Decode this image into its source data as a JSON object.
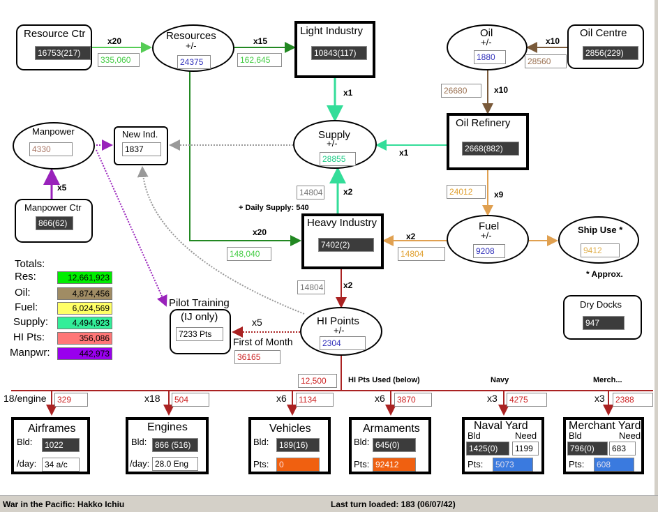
{
  "resource_ctr": {
    "title": "Resource Ctr",
    "value": "16753(217)",
    "mult": "x20",
    "flow": "335,060"
  },
  "resources": {
    "title": "Resources",
    "sub": "+/-",
    "value": "24375",
    "mult": "x15",
    "flow": "162,645"
  },
  "light_industry": {
    "title": "Light Industry",
    "value": "10843(117)",
    "mult": "x1"
  },
  "oil": {
    "title": "Oil",
    "sub": "+/-",
    "value": "1880"
  },
  "oil_centre": {
    "title": "Oil Centre",
    "value": "2856(229)",
    "mult": "x10",
    "flow": "28560"
  },
  "oil_to_refinery": {
    "flow": "26680",
    "mult": "x10"
  },
  "manpower": {
    "title": "Manpower",
    "value": "4330",
    "mult": "x5"
  },
  "new_ind": {
    "title": "New Ind.",
    "value": "1837"
  },
  "supply": {
    "title": "Supply",
    "sub": "+/-",
    "value": "28855",
    "mult_refinery": "x1",
    "mult_heavy": "x2",
    "flow_heavy": "14804"
  },
  "oil_refinery": {
    "title": "Oil Refinery",
    "value": "2668(882)",
    "mult": "x9",
    "flow": "24012"
  },
  "manpower_ctr": {
    "title": "Manpower Ctr",
    "value": "866(62)"
  },
  "daily_supply": "+ Daily Supply: 540",
  "resources_to_heavy": {
    "mult": "x20",
    "flow": "148,040"
  },
  "heavy_industry": {
    "title": "Heavy Industry",
    "value": "7402(2)",
    "mult_fuel": "x2",
    "flow_fuel": "14804",
    "mult_hi": "x2",
    "flow_hi": "14804"
  },
  "fuel": {
    "title": "Fuel",
    "sub": "+/-",
    "value": "9208"
  },
  "ship_use": {
    "title": "Ship Use *",
    "value": "9412",
    "note": "* Approx."
  },
  "dry_docks": {
    "title": "Dry Docks",
    "value": "947"
  },
  "totals": {
    "heading": "Totals:",
    "rows": [
      {
        "label": "Res:",
        "value": "12,661,923",
        "color": "#00ee00"
      },
      {
        "label": "Oil:",
        "value": "4,874,456",
        "color": "#a08c64"
      },
      {
        "label": "Fuel:",
        "value": "6,024,569",
        "color": "#ffff66"
      },
      {
        "label": "Supply:",
        "value": "4,494,923",
        "color": "#33ee99"
      },
      {
        "label": "HI Pts:",
        "value": "356,086",
        "color": "#ff7777"
      },
      {
        "label": "Manpwr:",
        "value": "442,973",
        "color": "#9900ee"
      }
    ]
  },
  "pilot_training": {
    "title": "Pilot Training",
    "sub": "(IJ only)",
    "value": "7233 Pts"
  },
  "hi_points": {
    "title": "HI Points",
    "sub": "+/-",
    "value": "2304",
    "mult": "x5",
    "first_of_month": "First of Month",
    "first_value": "36165"
  },
  "hi_used": {
    "value": "12,500",
    "label": "HI Pts Used (below)"
  },
  "labels": {
    "navy": "Navy",
    "merch": "Merch..."
  },
  "branches": [
    {
      "mult": "18/engine",
      "cost": "329"
    },
    {
      "mult": "x18",
      "cost": "504"
    },
    {
      "mult": "x6",
      "cost": "1134"
    },
    {
      "mult": "x6",
      "cost": "3870"
    },
    {
      "mult": "x3",
      "cost": "4275"
    },
    {
      "mult": "x3",
      "cost": "2388"
    }
  ],
  "airframes": {
    "title": "Airframes",
    "bld_label": "Bld:",
    "bld": "1022",
    "day_label": "/day:",
    "day": "34 a/c"
  },
  "engines": {
    "title": "Engines",
    "bld_label": "Bld:",
    "bld": "866 (516)",
    "day_label": "/day:",
    "day": "28.0 Eng"
  },
  "vehicles": {
    "title": "Vehicles",
    "bld_label": "Bld:",
    "bld": "189(16)",
    "pts_label": "Pts:",
    "pts": "0"
  },
  "armaments": {
    "title": "Armaments",
    "bld_label": "Bld:",
    "bld": "645(0)",
    "pts_label": "Pts:",
    "pts": "92412"
  },
  "naval_yard": {
    "title": "Naval Yard",
    "bld_label": "Bld",
    "need_label": "Need",
    "bld": "1425(0)",
    "need": "1199",
    "pts_label": "Pts:",
    "pts": "5073"
  },
  "merchant_yard": {
    "title": "Merchant Yard",
    "bld_label": "Bld",
    "need_label": "Need",
    "bld": "796(0)",
    "need": "683",
    "pts_label": "Pts:",
    "pts": "608"
  },
  "status": {
    "left": "War in the Pacific: Hakko Ichiu",
    "right": "Last turn loaded: 183 (06/07/42)"
  },
  "colors": {
    "resources": "#55cc55",
    "heavy": "#228822",
    "supply": "#33dd99",
    "oil": "#7a5a3a",
    "fuel": "#e0a050",
    "hi": "#aa2222",
    "manpower": "#9922bb"
  }
}
